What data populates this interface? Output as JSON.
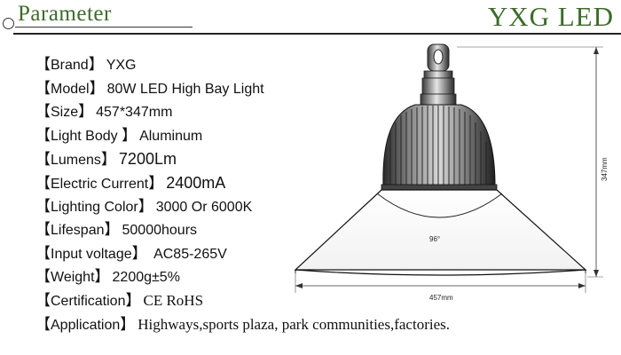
{
  "header": {
    "title": "Parameter",
    "brand": "YXG LED"
  },
  "specs": [
    {
      "label": "Brand",
      "value": "YXG",
      "style": "normal"
    },
    {
      "label": "Model",
      "value": "80W LED  High Bay Light",
      "style": "normal"
    },
    {
      "label": "Size",
      "value": "457*347mm",
      "style": "normal"
    },
    {
      "label": "Light Body ",
      "value": "Aluminum",
      "style": "normal"
    },
    {
      "label": "Lumens",
      "value": "7200Lm",
      "style": "big"
    },
    {
      "label": "Electric Current",
      "value": "2400mA",
      "style": "big"
    },
    {
      "label": "Lighting  Color",
      "value": "3000 Or 6000K",
      "style": "normal"
    },
    {
      "label": "Lifespan",
      "value": "50000hours",
      "style": "normal"
    },
    {
      "label": "Input voltage",
      "value": " AC85-265V",
      "style": "normal"
    },
    {
      "label": "Weight",
      "value": "2200g±5%",
      "style": "normal"
    },
    {
      "label": "Certification",
      "value": "CE RoHS",
      "style": "serif"
    },
    {
      "label": "Application",
      "value": "Highways,sports plaza, park communities,factories.",
      "style": "serif"
    }
  ],
  "diagram": {
    "beam_angle": "96°",
    "width_dim": "457mm",
    "height_dim": "347mm"
  }
}
